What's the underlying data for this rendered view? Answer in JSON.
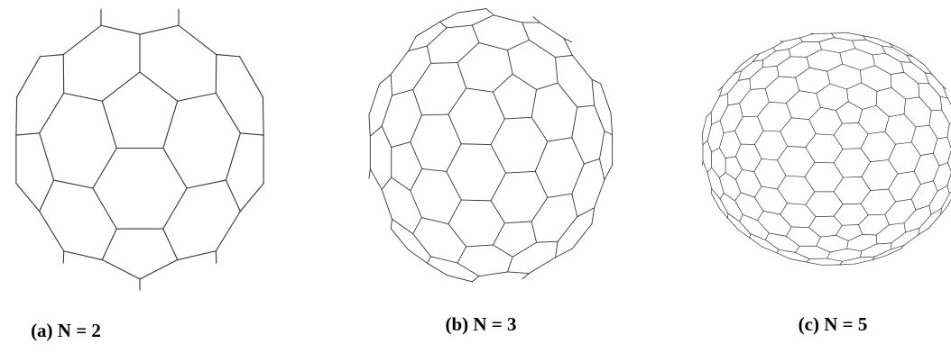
{
  "figure": {
    "panels": [
      {
        "caption": "(a) N = 2",
        "subdivision": 2
      },
      {
        "caption": "(b) N = 3",
        "subdivision": 3
      },
      {
        "caption": "(c) N = 5",
        "subdivision": 5
      }
    ],
    "colors": {
      "stroke": "#333333",
      "background": "#ffffff",
      "text": "#000000"
    }
  }
}
